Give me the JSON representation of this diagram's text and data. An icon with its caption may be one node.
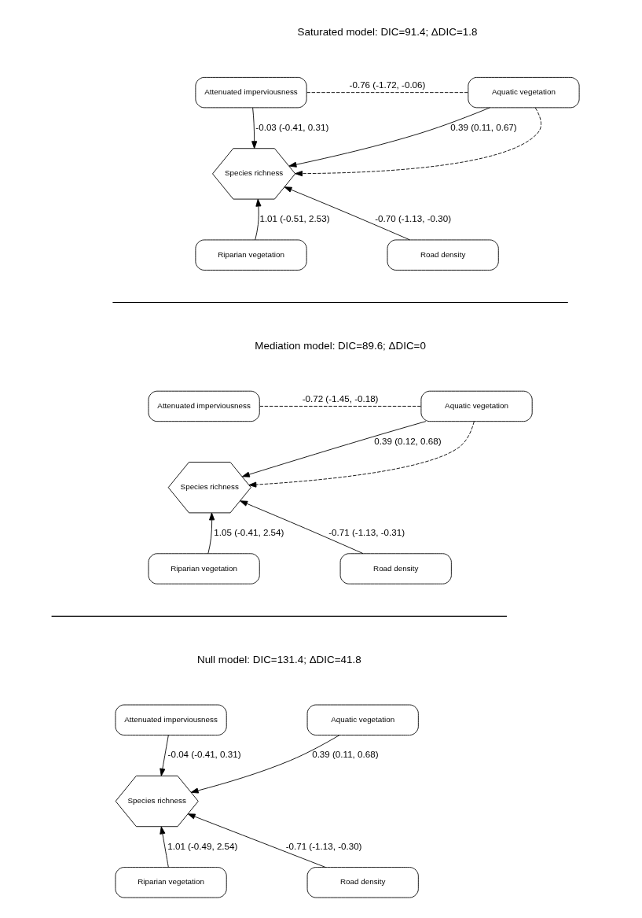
{
  "diagram": {
    "nodes": [
      {
        "text": [
          "Attenuated imperviousness"
        ]
      },
      {
        "text": [
          "Aquatic vegetation"
        ]
      },
      {
        "text": [
          "Species richness"
        ]
      },
      {
        "text": [
          "Riparian vegetation"
        ]
      },
      {
        "text": [
          "Road density"
        ]
      },
      {
        "text": [
          "Attenuated imperviousness"
        ]
      },
      {
        "text": [
          "Aquatic vegetation"
        ]
      },
      {
        "text": [
          "Species richness"
        ]
      },
      {
        "text": [
          "Riparian vegetation"
        ]
      },
      {
        "text": [
          "Road density"
        ]
      },
      {
        "text": [
          "Attenuated imperviousness"
        ]
      },
      {
        "text": [
          "Aquatic vegetation"
        ]
      },
      {
        "text": [
          "Species richness"
        ]
      },
      {
        "text": [
          "Riparian vegetation"
        ]
      },
      {
        "text": [
          "Road density"
        ]
      }
    ],
    "edges": [
      {
        "from": 0,
        "to": 1,
        "arrow": "none",
        "style": "dashed",
        "label": "-0.76 (-1.72, -0.06)"
      },
      {
        "from": 0,
        "to": 2,
        "arrow": "to",
        "label": "-0.03 (-0.41, 0.31)"
      },
      {
        "from": 1,
        "to": 2,
        "arrow": "to",
        "label": "0.39 (0.11, 0.67)"
      },
      {
        "from": 1,
        "to": 2,
        "arrow": "to",
        "style": "dashed"
      },
      {
        "from": 3,
        "to": 2,
        "arrow": "to",
        "label": "1.01 (-0.51, 2.53)"
      },
      {
        "from": 4,
        "to": 2,
        "arrow": "to",
        "label": "-0.70 (-1.13, -0.30)"
      },
      {
        "from": 5,
        "to": 6,
        "arrow": "none",
        "style": "dashed",
        "label": "-0.72 (-1.45, -0.18)"
      },
      {
        "from": 6,
        "to": 7,
        "arrow": "to",
        "label": "0.39 (0.12, 0.68)"
      },
      {
        "from": 6,
        "to": 7,
        "arrow": "to",
        "style": "dashed"
      },
      {
        "from": 8,
        "to": 7,
        "arrow": "to",
        "label": "1.05 (-0.41, 2.54)"
      },
      {
        "from": 9,
        "to": 7,
        "arrow": "to",
        "label": "-0.71 (-1.13, -0.31)"
      },
      {
        "from": 10,
        "to": 12,
        "arrow": "to",
        "label": "-0.04 (-0.41, 0.31)"
      },
      {
        "from": 11,
        "to": 12,
        "arrow": "to",
        "label": "0.39 (0.11, 0.68)"
      },
      {
        "from": 13,
        "to": 12,
        "arrow": "to",
        "label": "1.01 (-0.49, 2.54)"
      },
      {
        "from": 14,
        "to": 12,
        "arrow": "to",
        "label": "-0.71 (-1.13, -0.30)"
      }
    ],
    "labels": [
      "Saturated model: DIC=91.4; ΔDIC=1.8",
      "Mediation model: DIC=89.6; ΔDIC=0",
      "Null model: DIC=131.4; ΔDIC=41.8"
    ]
  }
}
